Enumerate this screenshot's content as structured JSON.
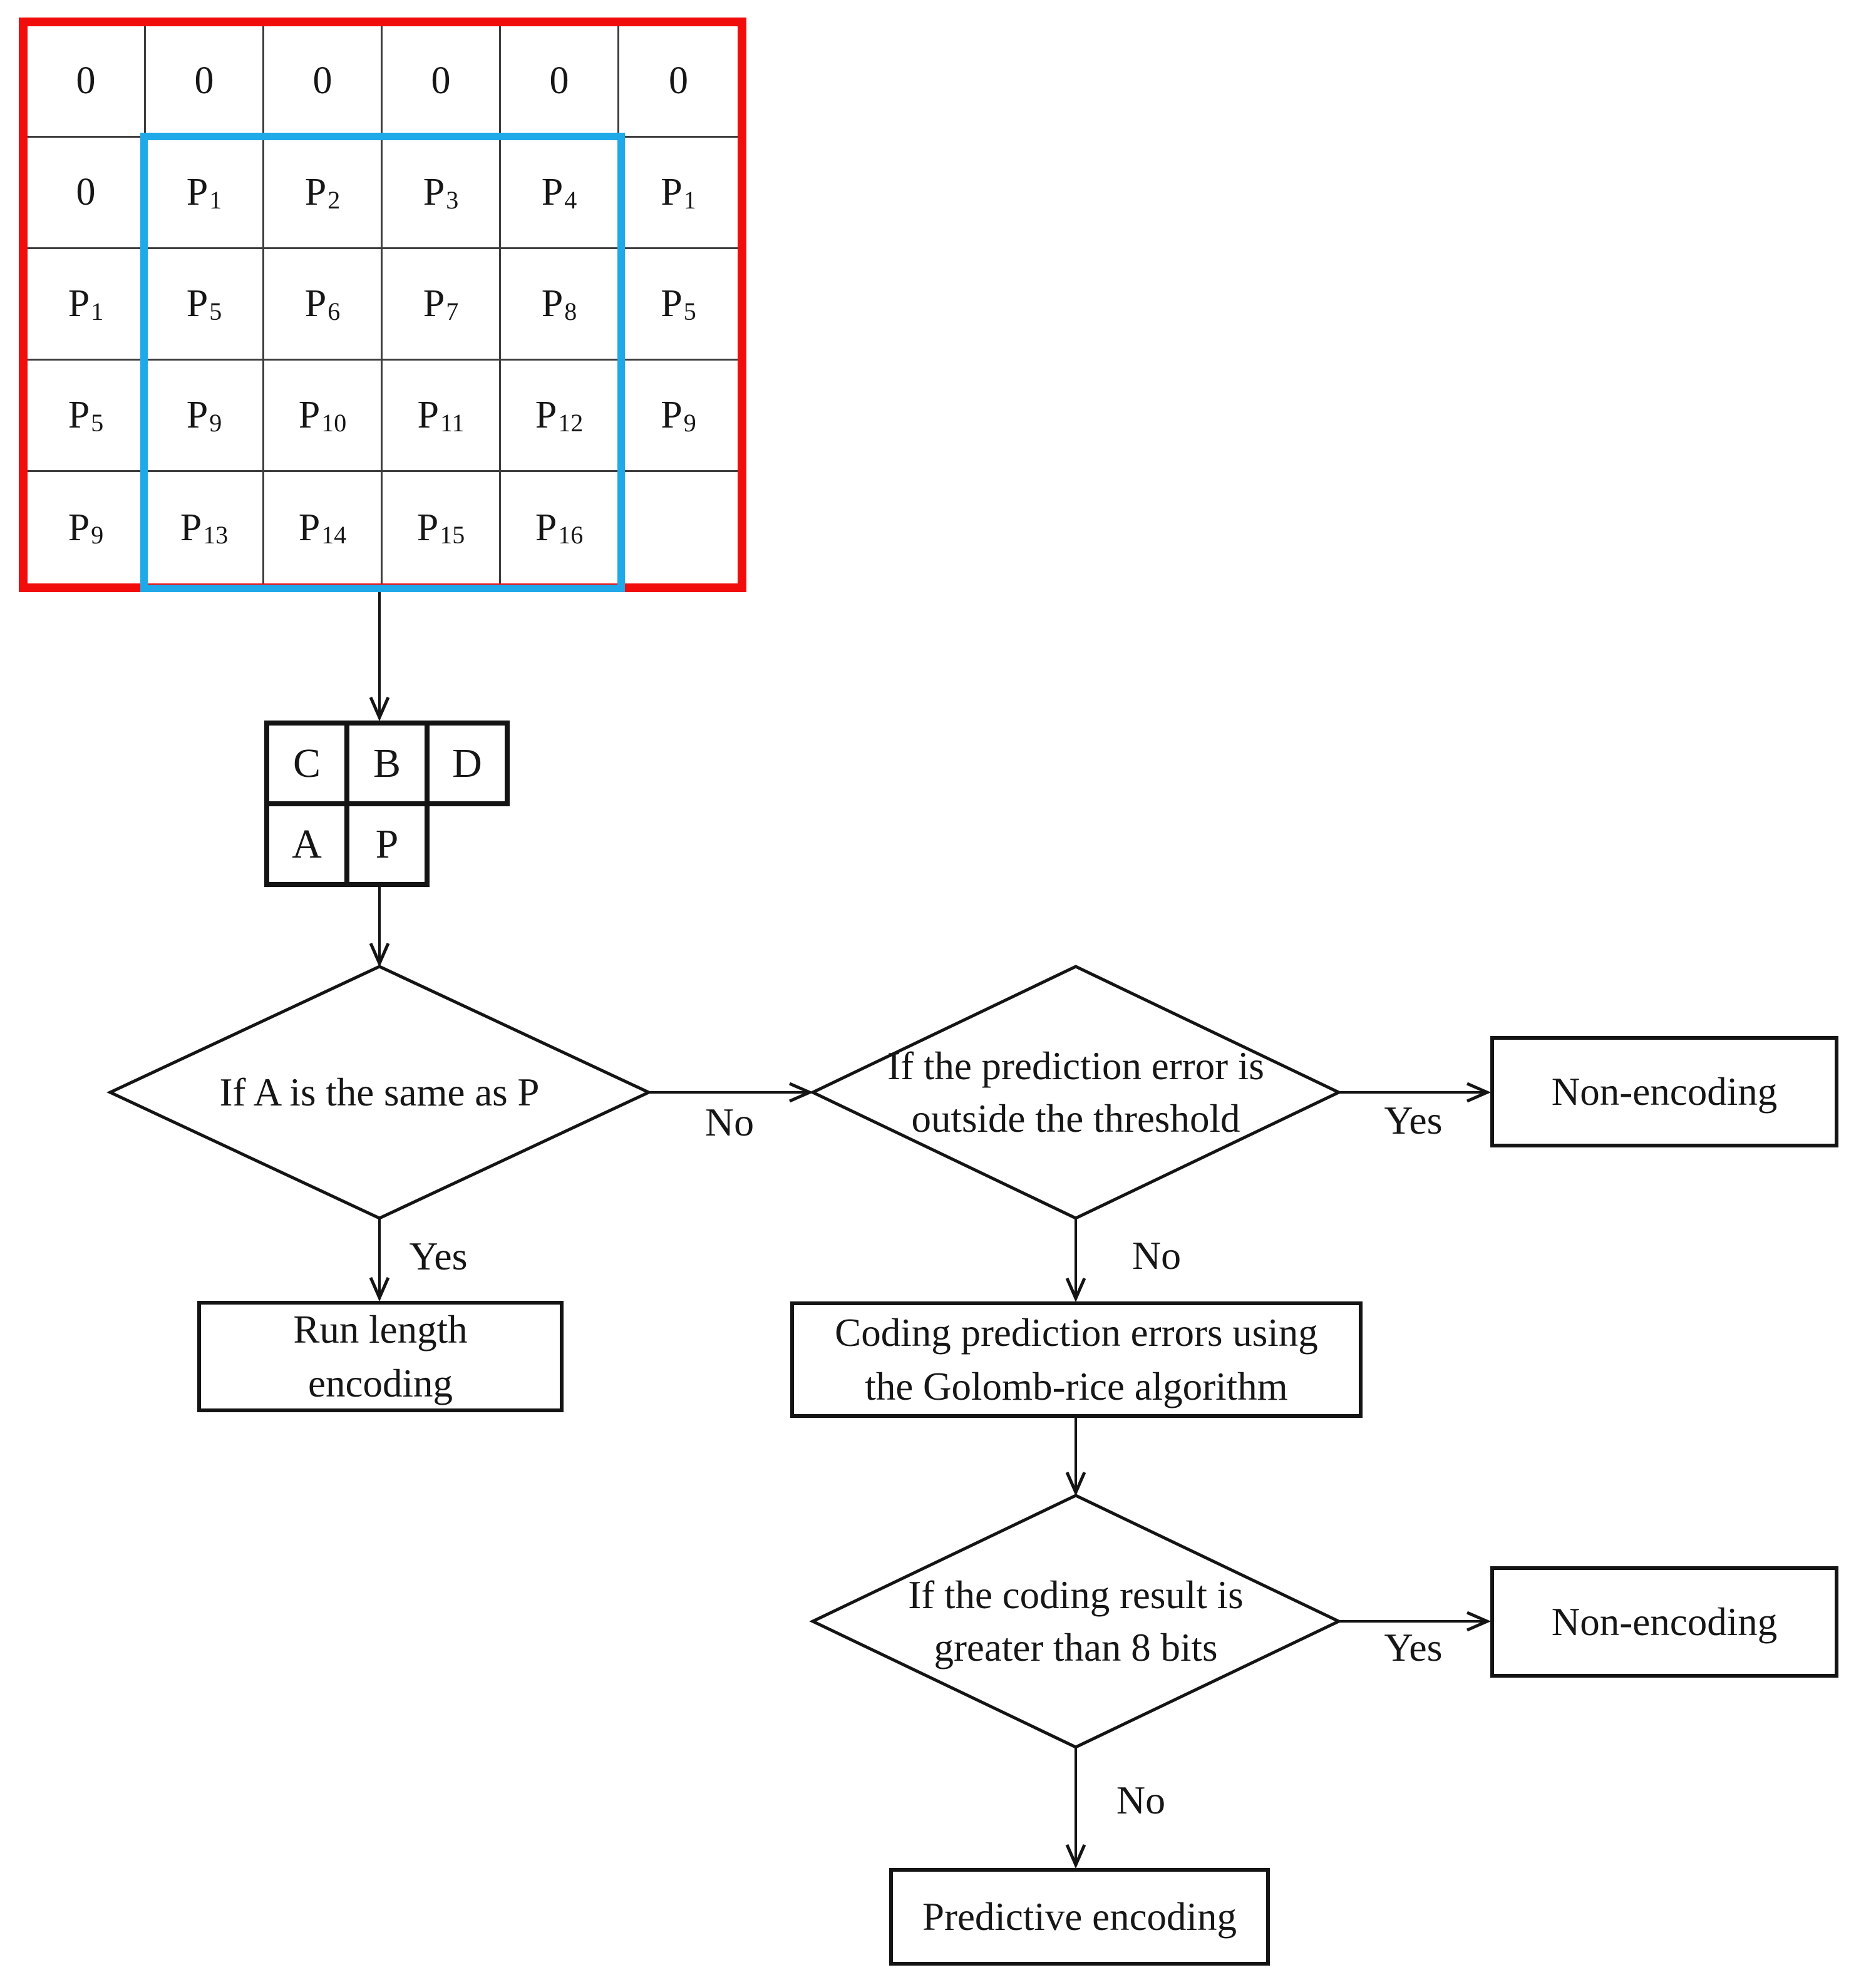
{
  "figure": {
    "grid": {
      "red_border_color": "#f20d0d",
      "cyan_border_color": "#1fa9e9",
      "rows": [
        [
          {
            "t": "0"
          },
          {
            "t": "0"
          },
          {
            "t": "0"
          },
          {
            "t": "0"
          },
          {
            "t": "0"
          },
          {
            "t": "0"
          }
        ],
        [
          {
            "t": "0"
          },
          {
            "t": "P",
            "s": "1"
          },
          {
            "t": "P",
            "s": "2"
          },
          {
            "t": "P",
            "s": "3"
          },
          {
            "t": "P",
            "s": "4"
          },
          {
            "t": "P",
            "s": "1"
          }
        ],
        [
          {
            "t": "P",
            "s": "1"
          },
          {
            "t": "P",
            "s": "5"
          },
          {
            "t": "P",
            "s": "6"
          },
          {
            "t": "P",
            "s": "7"
          },
          {
            "t": "P",
            "s": "8"
          },
          {
            "t": "P",
            "s": "5"
          }
        ],
        [
          {
            "t": "P",
            "s": "5"
          },
          {
            "t": "P",
            "s": "9"
          },
          {
            "t": "P",
            "s": "10"
          },
          {
            "t": "P",
            "s": "11"
          },
          {
            "t": "P",
            "s": "12"
          },
          {
            "t": "P",
            "s": "9"
          }
        ],
        [
          {
            "t": "P",
            "s": "9"
          },
          {
            "t": "P",
            "s": "13"
          },
          {
            "t": "P",
            "s": "14"
          },
          {
            "t": "P",
            "s": "15"
          },
          {
            "t": "P",
            "s": "16"
          },
          {
            "t": ""
          }
        ]
      ]
    },
    "template_block": {
      "cells": [
        {
          "label": "C"
        },
        {
          "label": "B"
        },
        {
          "label": "D"
        },
        {
          "label": "A"
        },
        {
          "label": "P"
        }
      ]
    },
    "decisions": [
      {
        "lines": [
          "If A is the same as P",
          ""
        ]
      },
      {
        "lines": [
          "If the prediction error is",
          "outside the threshold"
        ]
      },
      {
        "lines": [
          "If the coding result is",
          "greater than 8 bits"
        ]
      }
    ],
    "processes": [
      {
        "lines": [
          "Run length",
          "encoding"
        ]
      },
      {
        "lines": [
          "Coding prediction errors using",
          "the Golomb-rice algorithm"
        ]
      },
      {
        "lines": [
          "Non-encoding",
          ""
        ]
      },
      {
        "lines": [
          "Non-encoding",
          ""
        ]
      },
      {
        "lines": [
          "Predictive encoding",
          ""
        ]
      }
    ],
    "edge_labels": {
      "d1_no": "No",
      "d1_yes": "Yes",
      "d2_yes": "Yes",
      "d2_no": "No",
      "d3_yes": "Yes",
      "d3_no": "No"
    }
  }
}
